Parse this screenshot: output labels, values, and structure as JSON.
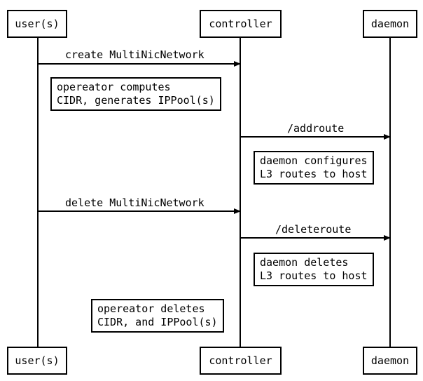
{
  "actors": {
    "user": "user(s)",
    "controller": "controller",
    "daemon": "daemon"
  },
  "messages": {
    "m1": "create MultiNicNetwork",
    "m2": "/addroute",
    "m3": "delete MultiNicNetwork",
    "m4": "/deleteroute"
  },
  "notes": {
    "n1": [
      "opereator computes",
      "CIDR, generates IPPool(s)"
    ],
    "n2": [
      "daemon configures",
      "L3 routes to host"
    ],
    "n3": [
      "daemon deletes",
      "L3 routes to host"
    ],
    "n4": [
      "opereator deletes",
      "CIDR, and IPPool(s)"
    ]
  },
  "colors": {
    "line": "#000000",
    "background": "#ffffff"
  }
}
